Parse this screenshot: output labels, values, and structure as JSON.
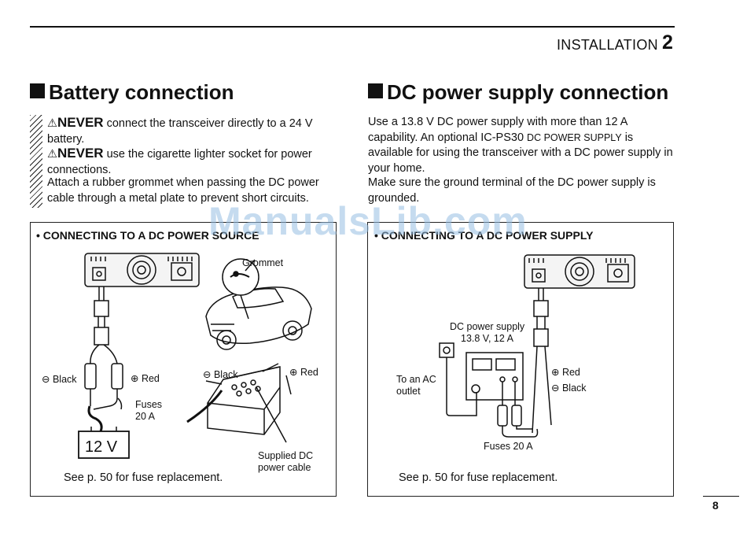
{
  "header": {
    "section": "INSTALLATION",
    "chapter": "2"
  },
  "battery": {
    "title": "Battery connection",
    "warnings": [
      {
        "keyword": "NEVER",
        "text": "connect the transceiver directly to a 24 V battery."
      },
      {
        "keyword": "NEVER",
        "text": "use the cigarette lighter socket for power connections."
      }
    ],
    "line3": "Attach a rubber grommet when passing the DC power cable through a metal plate to prevent short circuits.",
    "figure": {
      "title": "• CONNECTING TO A DC POWER SOURCE",
      "grommet": "Grommet",
      "black": "Black",
      "red": "Red",
      "black2": "Black",
      "red2": "Red",
      "fuses": "Fuses",
      "fuses_rating": "20 A",
      "battery_label": "12 V",
      "cable1": "Supplied DC",
      "cable2": "power cable",
      "note": "See p. 50 for fuse replacement."
    }
  },
  "dcsupply": {
    "title": "DC power supply connection",
    "para1_a": "Use a 13.8 V DC power supply with more than 12 A capability. An optional IC-PS30",
    "para1_sc": "DC POWER SUPPLY",
    "para1_b": "is available for using the transceiver with a DC power supply in your home.",
    "para2": "Make sure the ground terminal of the DC power supply is grounded.",
    "figure": {
      "title": "• CONNECTING TO A DC POWER SUPPLY",
      "ps1": "DC power supply",
      "ps2": "13.8 V, 12 A",
      "ac1": "To an AC",
      "ac2": "outlet",
      "red": "Red",
      "black": "Black",
      "fuses": "Fuses 20 A",
      "note": "See p. 50 for fuse replacement."
    }
  },
  "watermark": "ManualsLib.com",
  "page_number": "8"
}
